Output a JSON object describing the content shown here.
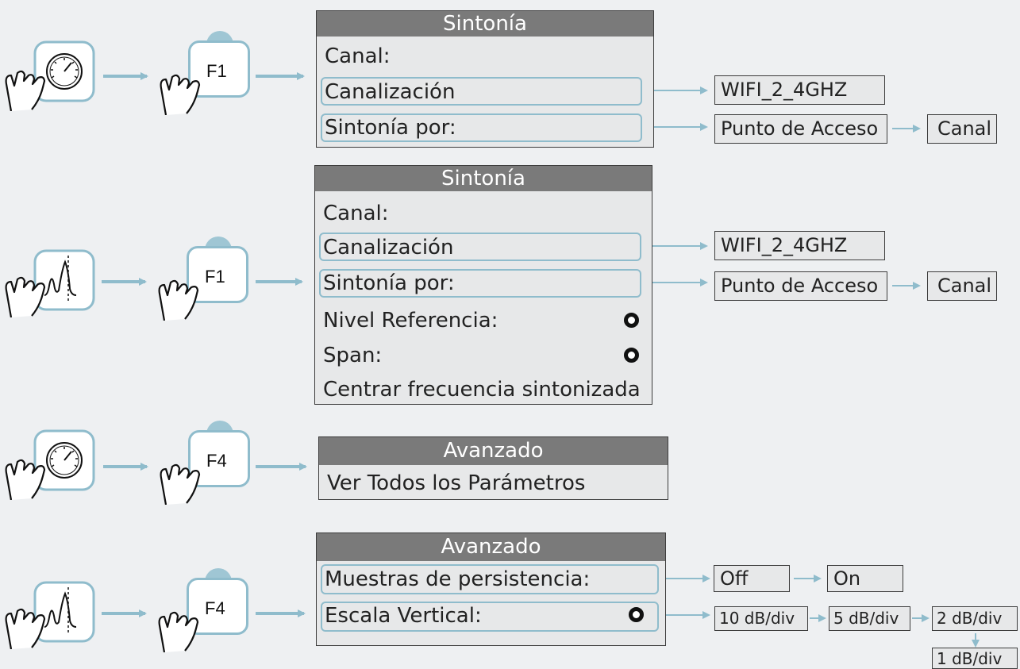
{
  "rows": [
    {
      "key": "row1",
      "device_icon": "gauge-icon",
      "button_label": "F1",
      "panel": {
        "title": "Sintonía",
        "items": [
          {
            "label": "Canal:",
            "highlight": false,
            "radio": false
          },
          {
            "label": "Canalización",
            "highlight": true,
            "radio": false
          },
          {
            "label": "Sintonía por:",
            "highlight": true,
            "radio": false
          }
        ]
      },
      "options": {
        "canalizacion": [
          "WIFI_2_4GHZ"
        ],
        "sintonia_por": [
          "Punto de Acceso",
          "Canal"
        ]
      }
    },
    {
      "key": "row2",
      "device_icon": "spectrum-icon",
      "button_label": "F1",
      "panel": {
        "title": "Sintonía",
        "items": [
          {
            "label": "Canal:",
            "highlight": false,
            "radio": false
          },
          {
            "label": "Canalización",
            "highlight": true,
            "radio": false
          },
          {
            "label": "Sintonía por:",
            "highlight": true,
            "radio": false
          },
          {
            "label": "Nivel Referencia:",
            "highlight": false,
            "radio": true
          },
          {
            "label": "Span:",
            "highlight": false,
            "radio": true
          },
          {
            "label": "Centrar frecuencia sintonizada",
            "highlight": false,
            "radio": false
          }
        ]
      },
      "options": {
        "canalizacion": [
          "WIFI_2_4GHZ"
        ],
        "sintonia_por": [
          "Punto de Acceso",
          "Canal"
        ]
      }
    },
    {
      "key": "row3",
      "device_icon": "gauge-icon",
      "button_label": "F4",
      "panel": {
        "title": "Avanzado",
        "items": [
          {
            "label": "Ver Todos los Parámetros",
            "highlight": false,
            "radio": false
          }
        ]
      }
    },
    {
      "key": "row4",
      "device_icon": "spectrum-icon",
      "button_label": "F4",
      "panel": {
        "title": "Avanzado",
        "items": [
          {
            "label": "Muestras de persistencia:",
            "highlight": true,
            "radio": false
          },
          {
            "label": "Escala Vertical:",
            "highlight": true,
            "radio": true
          }
        ]
      },
      "options": {
        "muestras": [
          "Off",
          "On"
        ],
        "escala": [
          "10 dB/div",
          "5 dB/div",
          "2 dB/div",
          "1 dB/div"
        ]
      }
    }
  ],
  "colors": {
    "background": "#eef0f2",
    "header": "#7a7a7a",
    "panel": "#e7e8e9",
    "accent": "#8fbccc",
    "arrow": "#8fbccc"
  }
}
